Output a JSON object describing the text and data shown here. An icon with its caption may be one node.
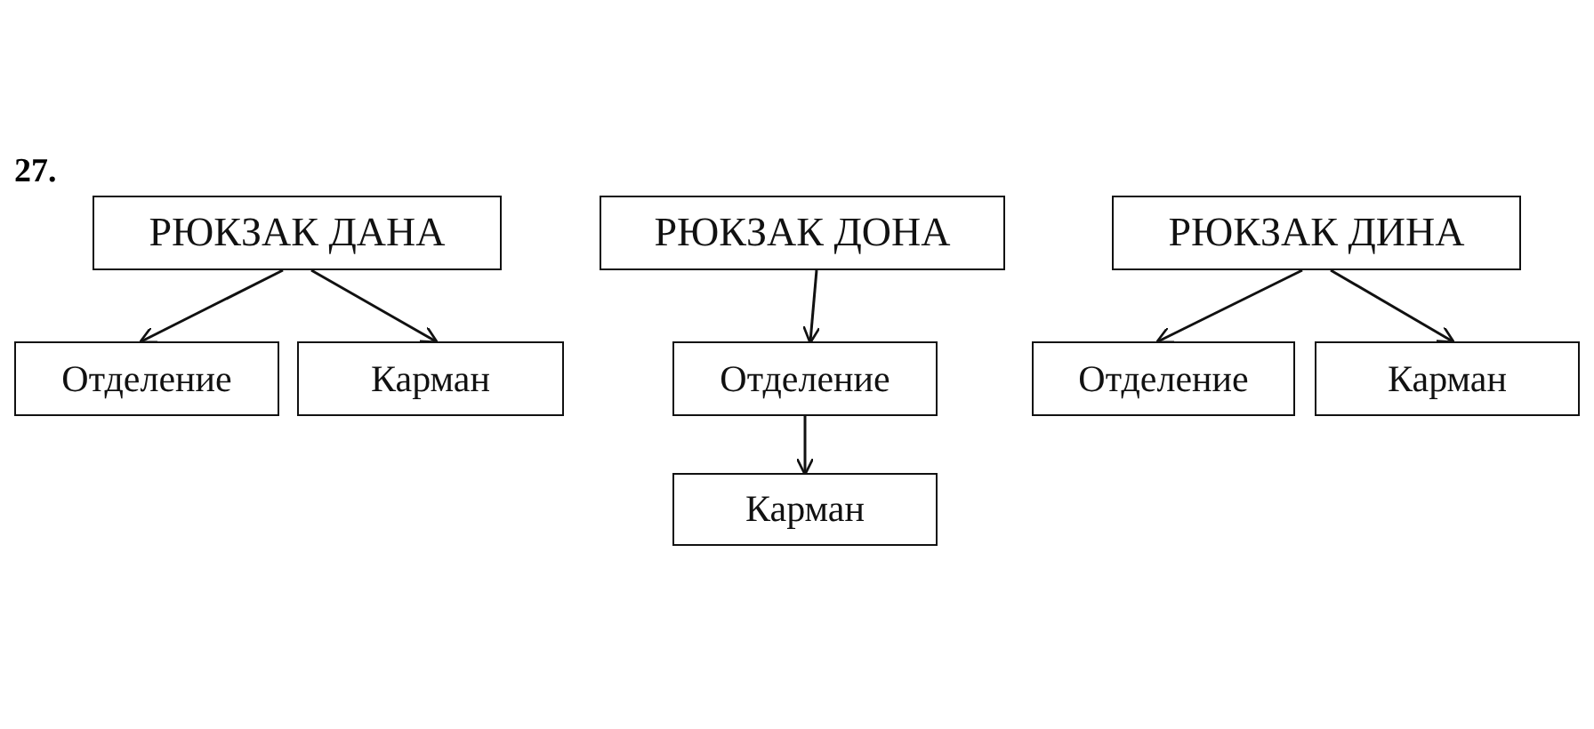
{
  "diagram": {
    "nodes": [
      {
        "text": [
          "РЮКЗАК ДАНА"
        ]
      },
      {
        "text": [
          "Отделение"
        ]
      },
      {
        "text": [
          "Карман"
        ]
      },
      {
        "text": [
          "РЮКЗАК ДОНА"
        ]
      },
      {
        "text": [
          "Отделение"
        ]
      },
      {
        "text": [
          "Карман"
        ]
      },
      {
        "text": [
          "РЮКЗАК ДИНА"
        ]
      },
      {
        "text": [
          "Отделение"
        ]
      },
      {
        "text": [
          "Карман"
        ]
      }
    ],
    "edges": [
      {
        "from": 0,
        "to": 1,
        "arrow": "to"
      },
      {
        "from": 0,
        "to": 2,
        "arrow": "to"
      },
      {
        "from": 3,
        "to": 4,
        "arrow": "to"
      },
      {
        "from": 4,
        "to": 5,
        "arrow": "to"
      },
      {
        "from": 6,
        "to": 7,
        "arrow": "to"
      },
      {
        "from": 6,
        "to": 8,
        "arrow": "to"
      }
    ],
    "labels": [
      "27."
    ]
  }
}
